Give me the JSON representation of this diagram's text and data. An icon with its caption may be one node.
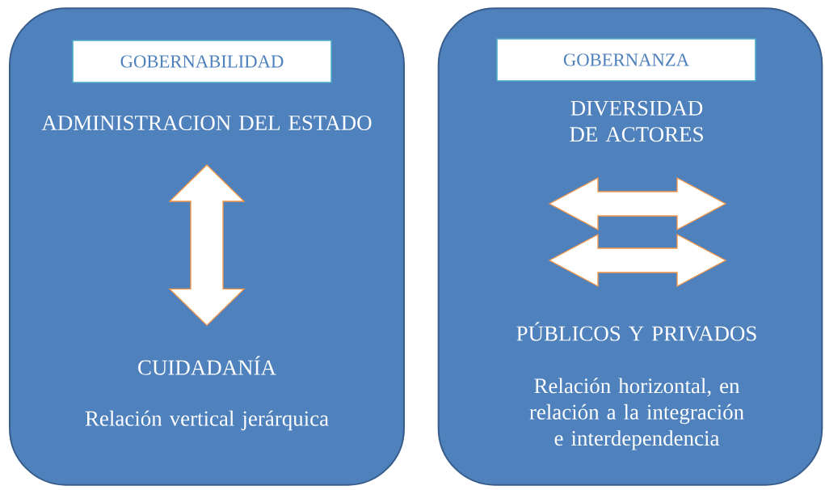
{
  "diagram": {
    "nodes": [
      {
        "text": [],
        "shape": "box"
      },
      {
        "text": [
          "GOBERNABILIDAD"
        ],
        "in": 0
      },
      {
        "text": [
          "ADMINISTRACION  DEL ESTADO"
        ],
        "in": 0
      },
      {
        "text": [
          "CUIDADANÍA"
        ],
        "in": 0
      },
      {
        "text": [],
        "shape": "box"
      },
      {
        "text": [
          "GOBERNANZA"
        ],
        "in": 4
      }
    ],
    "edges": [
      {
        "from": 2,
        "to": 3,
        "arrow": "both"
      }
    ],
    "labels": [
      "Relación vertical jerárquica",
      "DIVERSIDAD DE ACTORES",
      "PÚBLICOS Y PRIVADOS",
      "Relación horizontal, en relación a la integración e interdependencia"
    ]
  }
}
